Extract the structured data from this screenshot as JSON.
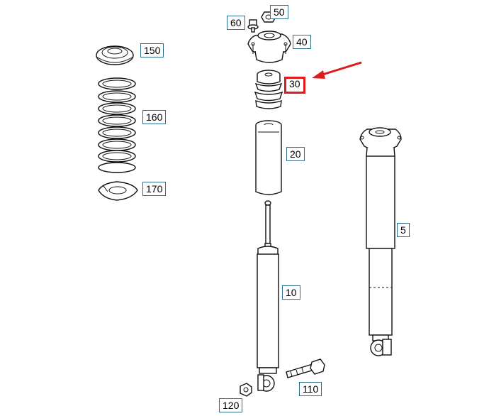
{
  "colors": {
    "label_border": "#2a6f8f",
    "highlight": "#e01b1b"
  },
  "highlighted_part": "30",
  "parts": [
    {
      "id": "p60",
      "label": "60"
    },
    {
      "id": "p50",
      "label": "50"
    },
    {
      "id": "p40",
      "label": "40"
    },
    {
      "id": "p30",
      "label": "30"
    },
    {
      "id": "p150",
      "label": "150"
    },
    {
      "id": "p160",
      "label": "160"
    },
    {
      "id": "p20",
      "label": "20"
    },
    {
      "id": "p170",
      "label": "170"
    },
    {
      "id": "p5",
      "label": "5"
    },
    {
      "id": "p10",
      "label": "10"
    },
    {
      "id": "p110",
      "label": "110"
    },
    {
      "id": "p120",
      "label": "120"
    }
  ]
}
